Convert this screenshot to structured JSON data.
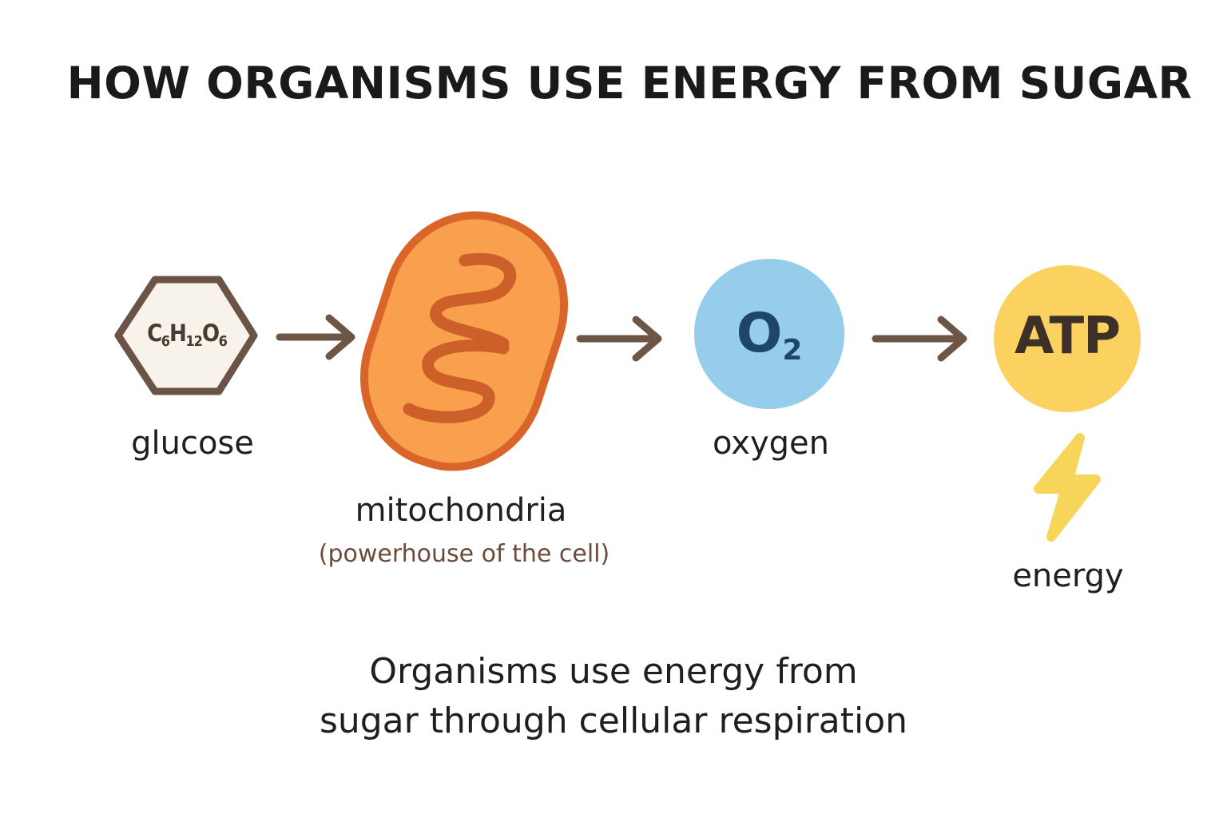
{
  "title": "HOW ORGANISMS USE ENERGY FROM SUGAR",
  "nodes": {
    "glucose": {
      "formula_c": "C",
      "formula_c_sub": "6",
      "formula_h": "H",
      "formula_h_sub": "12",
      "formula_o": "O",
      "formula_o_sub": "6",
      "label": "glucose"
    },
    "mitochondria": {
      "label": "mitochondria",
      "sublabel": "(powerhouse of the cell)"
    },
    "oxygen": {
      "symbol": "O",
      "symbol_sub": "2",
      "label": "oxygen"
    },
    "atp": {
      "symbol": "ATP",
      "energy_label": "energy"
    }
  },
  "caption": {
    "line1": "Organisms use energy from",
    "line2": "sugar through cellular respiration"
  },
  "colors": {
    "hexagon_stroke": "#6b5446",
    "hexagon_fill": "#f8f3ea",
    "arrow": "#6e5646",
    "mito_fill": "#f9a04e",
    "mito_stroke": "#d9652a",
    "oxygen_fill": "#95cdeb",
    "oxygen_text": "#1d466a",
    "atp_fill": "#fbd25f",
    "atp_text": "#3d3026",
    "bolt": "#f7d55a"
  },
  "icons": [
    "hexagon-molecule-icon",
    "mitochondria-icon",
    "arrow-right-icon",
    "lightning-bolt-icon"
  ]
}
